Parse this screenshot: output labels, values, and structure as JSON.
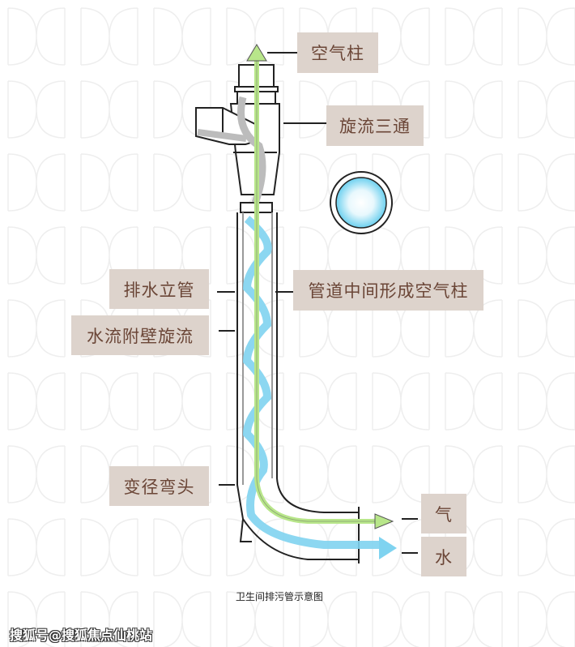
{
  "labels": {
    "air_column": "空气柱",
    "cyclone_tee": "旋流三通",
    "drain_stack": "排水立管",
    "air_column_in_pipe": "管道中间形成空气柱",
    "wall_swirl": "水流附壁旋流",
    "reducer_elbow": "变径弯头",
    "air": "气",
    "water": "水"
  },
  "caption": "卫生间排污管示意图",
  "watermark": "搜狐号@搜狐焦点仙桃站",
  "colors": {
    "label_bg": "#ddd3cc",
    "label_text": "#6b4637",
    "air": "#b8e68a",
    "water": "#7fd3f0"
  }
}
